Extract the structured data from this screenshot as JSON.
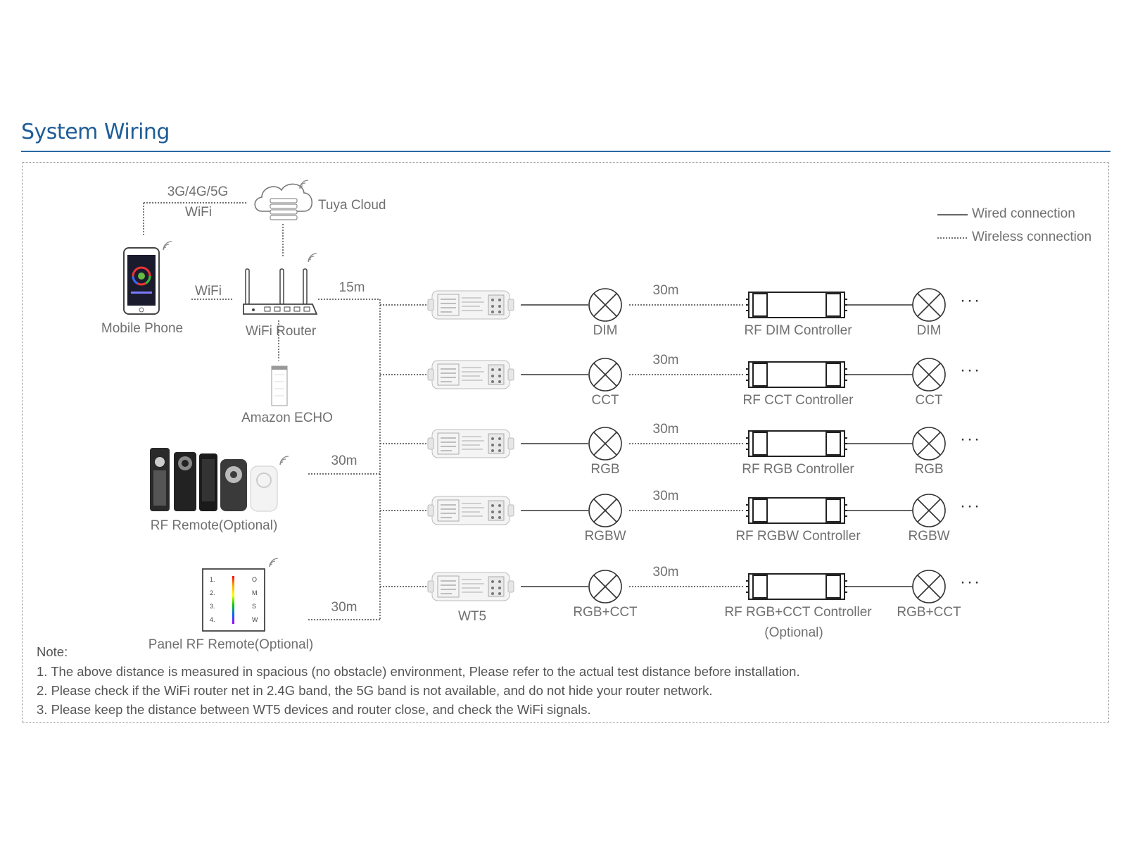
{
  "section_title": "System Wiring",
  "legend": {
    "wired": "Wired connection",
    "wireless": "Wireless connection"
  },
  "top": {
    "network_label_1": "3G/4G/5G",
    "network_label_2": "WiFi",
    "cloud_label": "Tuya Cloud",
    "phone_label": "Mobile Phone",
    "wifi_link_label": "WiFi",
    "router_label": "WiFi Router",
    "router_distance": "15m",
    "echo_label": "Amazon ECHO",
    "remote_label": "RF Remote(Optional)",
    "remote_distance": "30m",
    "panel_label": "Panel RF Remote(Optional)",
    "panel_distance": "30m"
  },
  "device_label": "WT5",
  "rows": [
    {
      "light": "DIM",
      "distance": "30m",
      "controller": "RF DIM Controller",
      "controller_sub": "",
      "end_light": "DIM"
    },
    {
      "light": "CCT",
      "distance": "30m",
      "controller": "RF CCT Controller",
      "controller_sub": "",
      "end_light": "CCT"
    },
    {
      "light": "RGB",
      "distance": "30m",
      "controller": "RF RGB Controller",
      "controller_sub": "",
      "end_light": "RGB"
    },
    {
      "light": "RGBW",
      "distance": "30m",
      "controller": "RF RGBW Controller",
      "controller_sub": "",
      "end_light": "RGBW"
    },
    {
      "light": "RGB+CCT",
      "distance": "30m",
      "controller": "RF RGB+CCT Controller",
      "controller_sub": "(Optional)",
      "end_light": "RGB+CCT"
    }
  ],
  "continuation": "···",
  "panel_buttons": [
    "1.",
    "2.",
    "3.",
    "4.",
    "O",
    "M",
    "S",
    "W"
  ],
  "notes": {
    "heading": "Note:",
    "items": [
      "1. The above distance is measured in spacious (no obstacle) environment,  Please refer to the actual test distance before installation.",
      "2. Please check if the WiFi router net in 2.4G band, the 5G band is not available, and do not hide your router network.",
      "3. Please keep the distance between WT5 devices and router close, and check the WiFi signals."
    ]
  },
  "colors": {
    "title": "#1f5c97",
    "rule": "#2a6aa6",
    "text": "#707070",
    "line": "#333333"
  },
  "icons": [
    "cloud-icon",
    "smartphone-icon",
    "router-icon",
    "echo-speaker-icon",
    "rf-remote-icon",
    "panel-remote-icon",
    "wt5-module-icon",
    "lamp-icon",
    "controller-icon",
    "wifi-signal-icon"
  ]
}
